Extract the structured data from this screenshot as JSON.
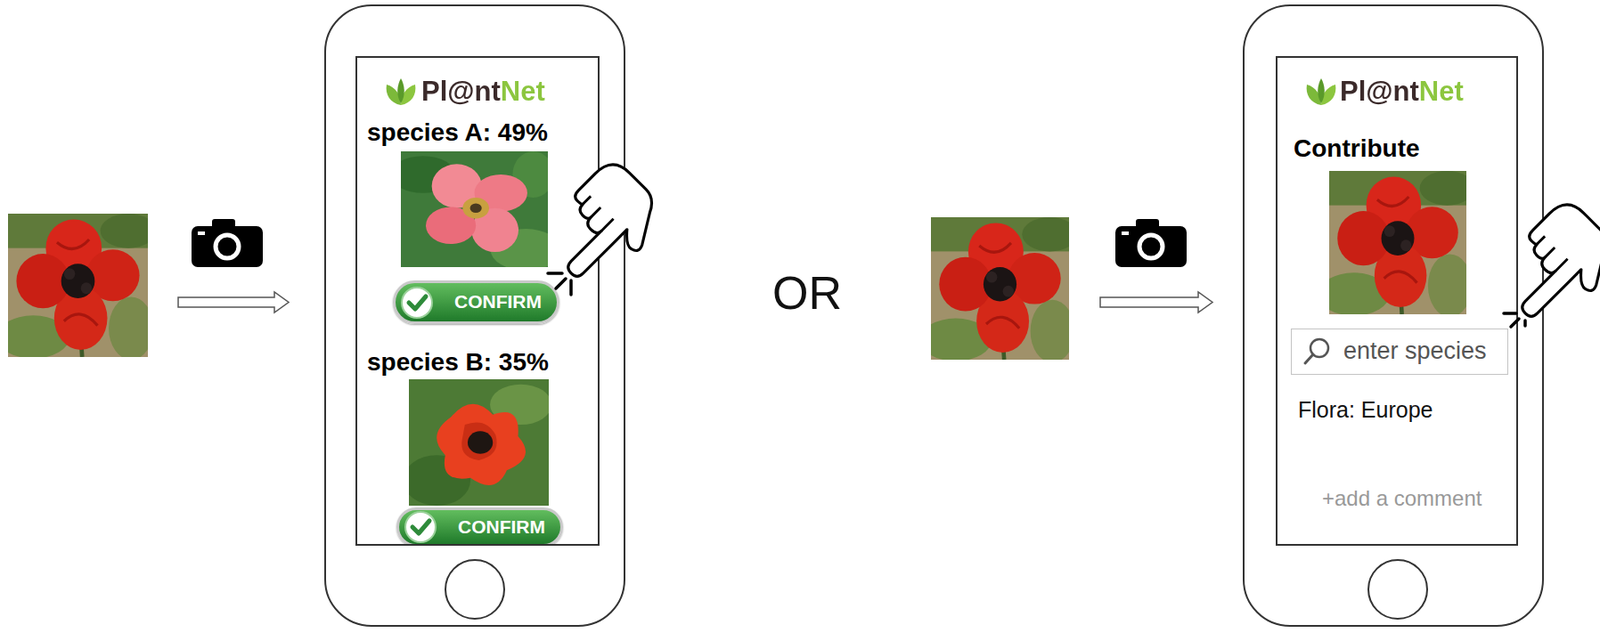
{
  "diagram": {
    "nodes": [
      {
        "text": [
          "Pl@ntNet",
          "species A: 49%",
          "species B: 35%"
        ]
      },
      {
        "text": [
          "CONFIRM"
        ],
        "in": 0
      },
      {
        "text": [
          "CONFIRM"
        ],
        "in": 0
      },
      {
        "text": [
          "Pl@ntNet",
          "Contribute",
          "Flora: Europe",
          "+add a comment"
        ]
      },
      {
        "text": [
          "enter species"
        ],
        "in": 3
      }
    ],
    "labels": [
      "OR"
    ]
  }
}
